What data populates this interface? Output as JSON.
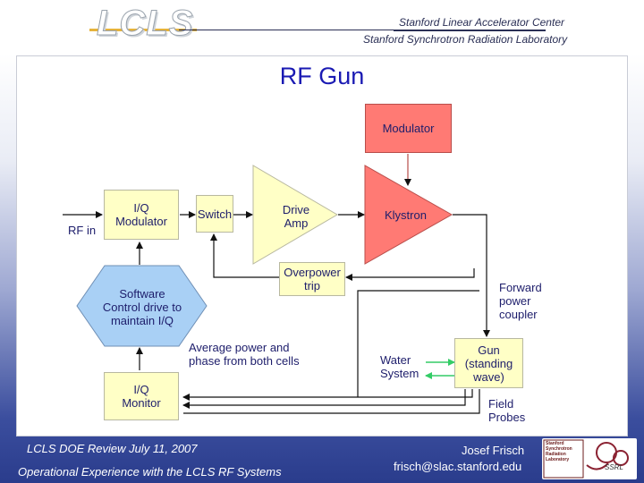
{
  "header": {
    "logo": "LCLS",
    "lab_line1": "Stanford Linear Accelerator Center",
    "lab_line2": "Stanford Synchrotron Radiation Laboratory"
  },
  "slide": {
    "title": "RF Gun"
  },
  "diagram": {
    "rf_in": "RF in",
    "iq_modulator": [
      "I/Q",
      "Modulator"
    ],
    "switch": "Switch",
    "drive_amp": [
      "Drive",
      "Amp"
    ],
    "klystron": "Klystron",
    "modulator": "Modulator",
    "overpower_trip": [
      "Overpower",
      "trip"
    ],
    "software_control": [
      "Software",
      "Control drive to",
      "maintain I/Q"
    ],
    "forward_coupler": [
      "Forward",
      "power",
      "coupler"
    ],
    "average_power": [
      "Average power and",
      "phase from both cells"
    ],
    "water_system": [
      "Water",
      "System"
    ],
    "gun": [
      "Gun",
      "(standing",
      "wave)"
    ],
    "iq_monitor": [
      "I/Q",
      "Monitor"
    ],
    "field_probes": [
      "Field",
      "Probes"
    ],
    "colors": {
      "yellow_box": "#ffffc6",
      "red_box": "#ff7a74",
      "hexagon": "#a9d0f5",
      "line": "#111111",
      "water_arrow": "#33cc66",
      "text": "#1d1d6b"
    }
  },
  "footer": {
    "left1": "LCLS DOE Review July 11, 2007",
    "left2": "Operational Experience with the LCLS RF Systems",
    "right1": "Josef Frisch",
    "right2": "frisch@slac.stanford.edu",
    "ssrl_mark": [
      "Stanford",
      "Synchrotron",
      "Radiation",
      "Laboratory"
    ],
    "ssrl_tag": "SSRL"
  }
}
